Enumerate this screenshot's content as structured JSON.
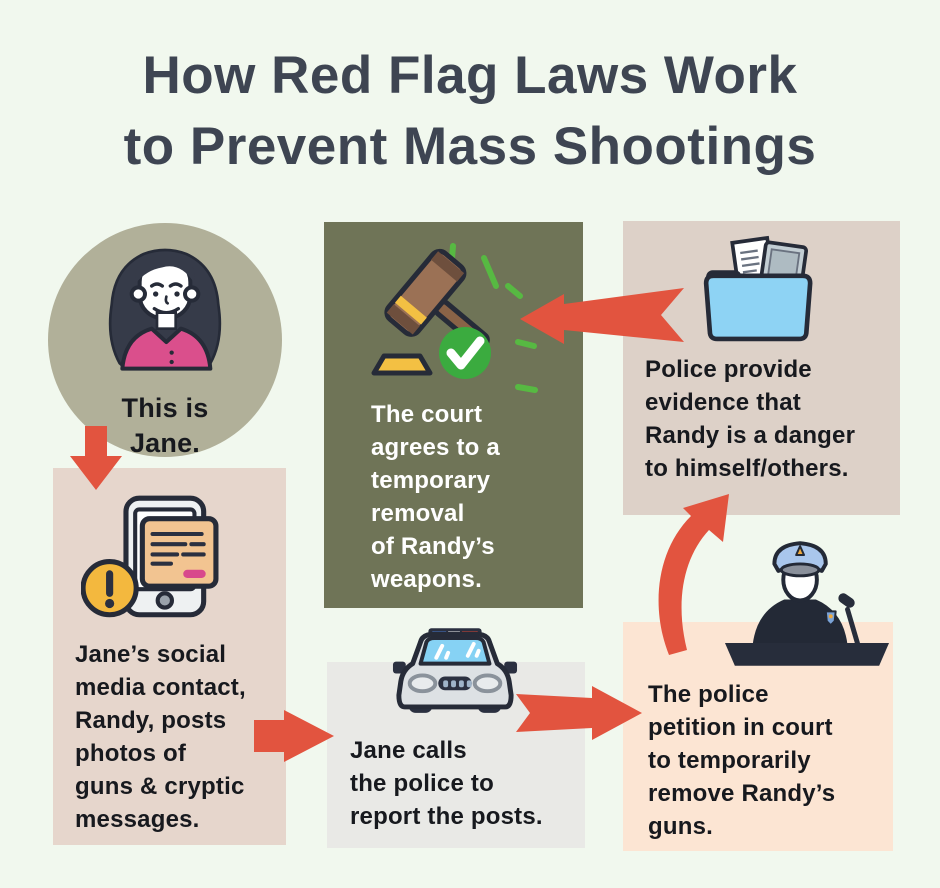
{
  "title": {
    "text": "How Red Flag Laws Work\nto Prevent Mass Shootings"
  },
  "colors": {
    "background": "#f1f8ee",
    "title_ink": "#3e4552",
    "text_ink": "#17191e",
    "arrow_red": "#e2543f",
    "circle_bg": "#b1b099",
    "randy_box": "#e6d6cc",
    "court_box": "#6f7457",
    "court_ink": "#ffffff",
    "evidence_box": "#ddd1c8",
    "call_box": "#e9e9e6",
    "petition_box": "#fce5d3",
    "sparkle_green": "#57b942",
    "check_green": "#3bab3f"
  },
  "steps": {
    "jane": {
      "caption": "This is\nJane.",
      "icon": "woman-avatar-icon"
    },
    "randy": {
      "text": "Jane’s social\nmedia contact,\nRandy, posts\nphotos of\nguns & cryptic\nmessages.",
      "icon": "phone-warning-icon"
    },
    "call": {
      "text": "Jane calls\nthe police to\nreport the posts.",
      "icon": "police-car-icon"
    },
    "petition": {
      "text": "The police\npetition in court\nto temporarily\nremove Randy’s\nguns.",
      "icon": "police-officer-podium-icon"
    },
    "evidence": {
      "text": "Police provide\nevidence that\nRandy is a danger\nto himself/others.",
      "icon": "evidence-folder-icon"
    },
    "court": {
      "text": "The court\nagrees to a\ntemporary\nremoval\nof Randy’s\nweapons.",
      "icon": "gavel-approved-icon"
    }
  },
  "arrows": [
    "jane-to-randy",
    "randy-to-call",
    "call-to-petition",
    "petition-to-evidence",
    "evidence-to-court"
  ]
}
